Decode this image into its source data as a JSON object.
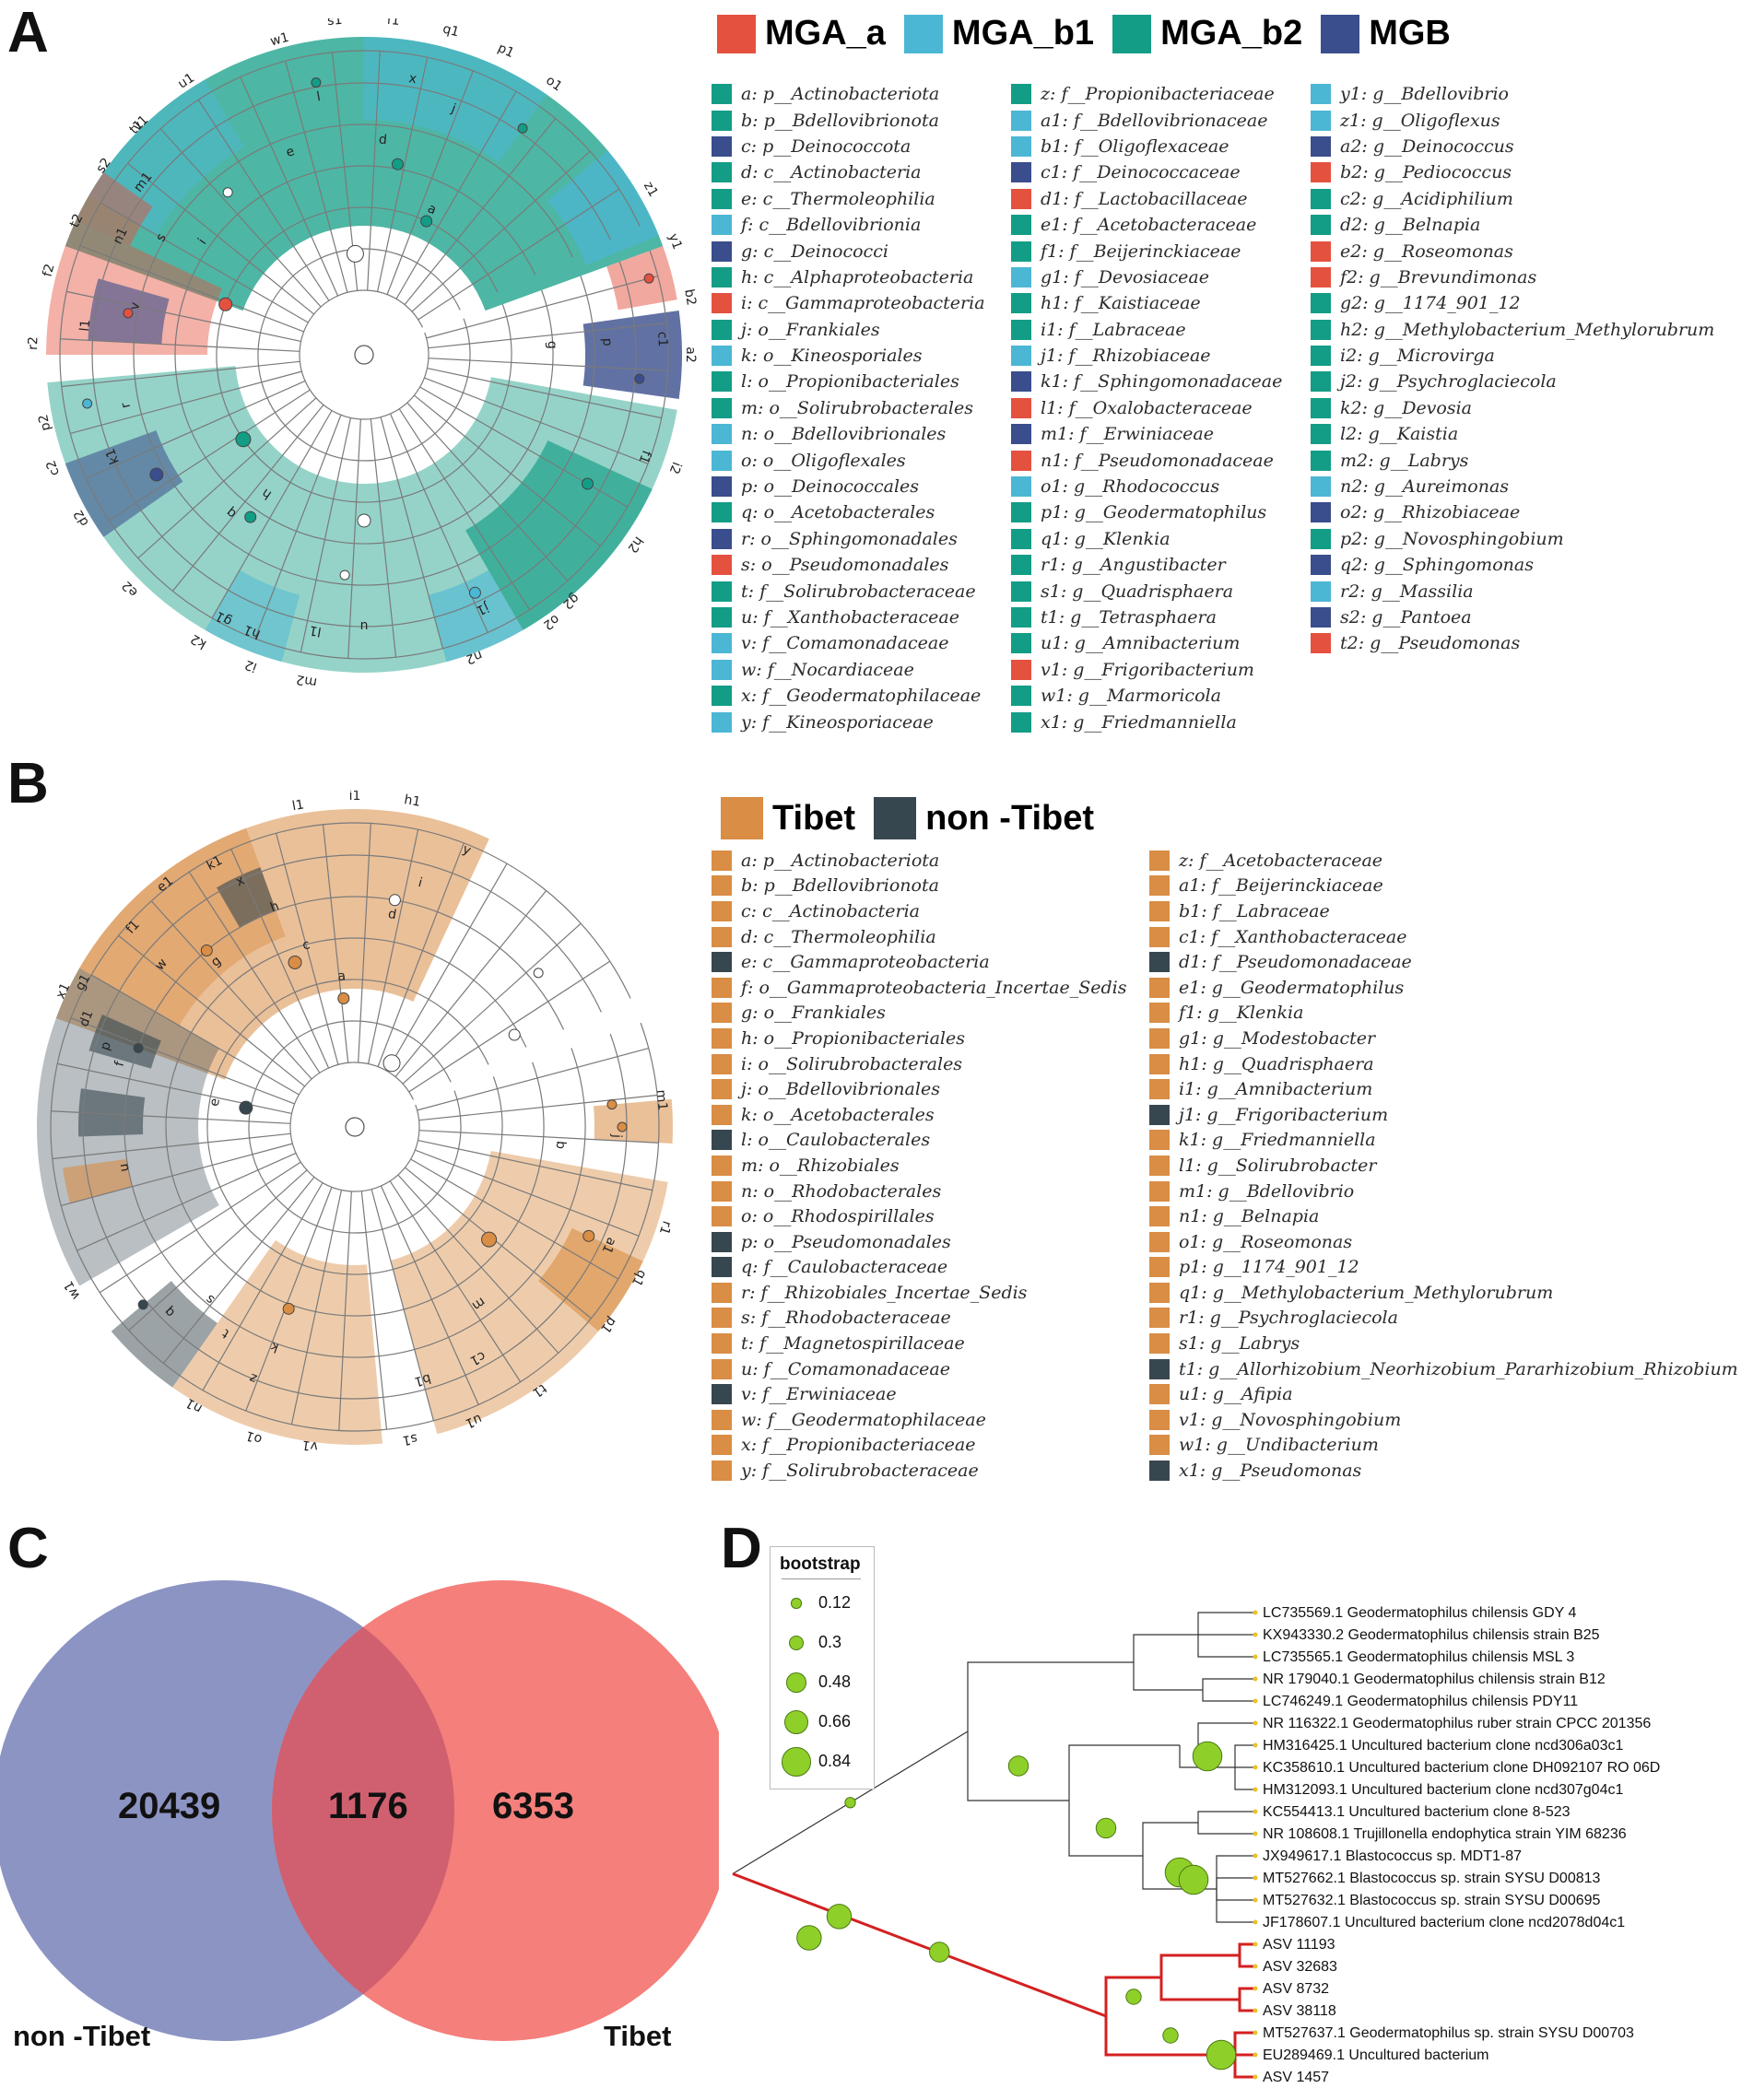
{
  "panel_a": {
    "letter": "A",
    "groups": [
      {
        "name": "MGA_a",
        "color": "#e4513f"
      },
      {
        "name": "MGA_b1",
        "color": "#4cb7d4"
      },
      {
        "name": "MGA_b2",
        "color": "#139d86"
      },
      {
        "name": "MGB",
        "color": "#3a4d8c"
      }
    ],
    "legend_columns": [
      [
        {
          "text": "a: p__Actinobacteriota",
          "group": "MGA_b2"
        },
        {
          "text": "b: p__Bdellovibrionota",
          "group": "MGA_b2"
        },
        {
          "text": "c: p__Deinococcota",
          "group": "MGB"
        },
        {
          "text": "d: c__Actinobacteria",
          "group": "MGA_b2"
        },
        {
          "text": "e: c__Thermoleophilia",
          "group": "MGA_b2"
        },
        {
          "text": "f: c__Bdellovibrionia",
          "group": "MGA_b1"
        },
        {
          "text": "g: c__Deinococci",
          "group": "MGB"
        },
        {
          "text": "h: c__Alphaproteobacteria",
          "group": "MGA_b2"
        },
        {
          "text": "i: c__Gammaproteobacteria",
          "group": "MGA_a"
        },
        {
          "text": "j: o__Frankiales",
          "group": "MGA_b2"
        },
        {
          "text": "k: o__Kineosporiales",
          "group": "MGA_b1"
        },
        {
          "text": "l: o__Propionibacteriales",
          "group": "MGA_b2"
        },
        {
          "text": "m: o__Solirubrobacterales",
          "group": "MGA_b2"
        },
        {
          "text": "n: o__Bdellovibrionales",
          "group": "MGA_b1"
        },
        {
          "text": "o: o__Oligoflexales",
          "group": "MGA_b1"
        },
        {
          "text": "p: o__Deinococcales",
          "group": "MGB"
        },
        {
          "text": "q: o__Acetobacterales",
          "group": "MGA_b2"
        },
        {
          "text": "r: o__Sphingomonadales",
          "group": "MGB"
        },
        {
          "text": "s: o__Pseudomonadales",
          "group": "MGA_a"
        },
        {
          "text": "t: f__Solirubrobacteraceae",
          "group": "MGA_b2"
        },
        {
          "text": "u: f__Xanthobacteraceae",
          "group": "MGA_b2"
        },
        {
          "text": "v: f__Comamonadaceae",
          "group": "MGA_b1"
        },
        {
          "text": "w: f__Nocardiaceae",
          "group": "MGA_b1"
        },
        {
          "text": "x: f__Geodermatophilaceae",
          "group": "MGA_b2"
        },
        {
          "text": "y: f__Kineosporiaceae",
          "group": "MGA_b1"
        }
      ],
      [
        {
          "text": "z: f__Propionibacteriaceae",
          "group": "MGA_b2"
        },
        {
          "text": "a1: f__Bdellovibrionaceae",
          "group": "MGA_b1"
        },
        {
          "text": "b1: f__Oligoflexaceae",
          "group": "MGA_b1"
        },
        {
          "text": "c1: f__Deinococcaceae",
          "group": "MGB"
        },
        {
          "text": "d1: f__Lactobacillaceae",
          "group": "MGA_a"
        },
        {
          "text": "e1: f__Acetobacteraceae",
          "group": "MGA_b2"
        },
        {
          "text": "f1: f__Beijerinckiaceae",
          "group": "MGA_b2"
        },
        {
          "text": "g1: f__Devosiaceae",
          "group": "MGA_b1"
        },
        {
          "text": "h1: f__Kaistiaceae",
          "group": "MGA_b2"
        },
        {
          "text": "i1: f__Labraceae",
          "group": "MGA_b2"
        },
        {
          "text": "j1: f__Rhizobiaceae",
          "group": "MGA_b1"
        },
        {
          "text": "k1: f__Sphingomonadaceae",
          "group": "MGB"
        },
        {
          "text": "l1: f__Oxalobacteraceae",
          "group": "MGA_a"
        },
        {
          "text": "m1: f__Erwiniaceae",
          "group": "MGB"
        },
        {
          "text": "n1: f__Pseudomonadaceae",
          "group": "MGA_a"
        },
        {
          "text": "o1: g__Rhodococcus",
          "group": "MGA_b1"
        },
        {
          "text": "p1: g__Geodermatophilus",
          "group": "MGA_b2"
        },
        {
          "text": "q1: g__Klenkia",
          "group": "MGA_b2"
        },
        {
          "text": "r1: g__Angustibacter",
          "group": "MGA_b2"
        },
        {
          "text": "s1: g__Quadrisphaera",
          "group": "MGA_b2"
        },
        {
          "text": "t1: g__Tetrasphaera",
          "group": "MGA_b2"
        },
        {
          "text": "u1: g__Amnibacterium",
          "group": "MGA_b2"
        },
        {
          "text": "v1: g__Frigoribacterium",
          "group": "MGA_a"
        },
        {
          "text": "w1: g__Marmoricola",
          "group": "MGA_b2"
        },
        {
          "text": "x1: g__Friedmanniella",
          "group": "MGA_b2"
        }
      ],
      [
        {
          "text": "y1: g__Bdellovibrio",
          "group": "MGA_b1"
        },
        {
          "text": "z1: g__Oligoflexus",
          "group": "MGA_b1"
        },
        {
          "text": "a2: g__Deinococcus",
          "group": "MGB"
        },
        {
          "text": "b2: g__Pediococcus",
          "group": "MGA_a"
        },
        {
          "text": "c2: g__Acidiphilium",
          "group": "MGA_b2"
        },
        {
          "text": "d2: g__Belnapia",
          "group": "MGA_b2"
        },
        {
          "text": "e2: g__Roseomonas",
          "group": "MGA_a"
        },
        {
          "text": "f2: g__Brevundimonas",
          "group": "MGA_a"
        },
        {
          "text": "g2: g__1174_901_12",
          "group": "MGA_b2"
        },
        {
          "text": "h2: g__Methylobacterium_Methylorubrum",
          "group": "MGA_b2"
        },
        {
          "text": "i2: g__Microvirga",
          "group": "MGA_b2"
        },
        {
          "text": "j2: g__Psychroglaciecola",
          "group": "MGA_b2"
        },
        {
          "text": "k2: g__Devosia",
          "group": "MGA_b2"
        },
        {
          "text": "l2: g__Kaistia",
          "group": "MGA_b2"
        },
        {
          "text": "m2: g__Labrys",
          "group": "MGA_b2"
        },
        {
          "text": "n2: g__Aureimonas",
          "group": "MGA_b1"
        },
        {
          "text": "o2: g__Rhizobiaceae",
          "group": "MGB"
        },
        {
          "text": "p2: g__Novosphingobium",
          "group": "MGA_b2"
        },
        {
          "text": "q2: g__Sphingomonas",
          "group": "MGB"
        },
        {
          "text": "r2: g__Massilia",
          "group": "MGA_b1"
        },
        {
          "text": "s2: g__Pantoea",
          "group": "MGB"
        },
        {
          "text": "t2: g__Pseudomonas",
          "group": "MGA_a"
        }
      ]
    ]
  },
  "panel_b": {
    "letter": "B",
    "groups": [
      {
        "name": "Tibet",
        "color": "#d98d45"
      },
      {
        "name": "non -Tibet",
        "color": "#37474f"
      }
    ],
    "legend_columns": [
      [
        {
          "text": "a: p__Actinobacteriota",
          "group": "Tibet"
        },
        {
          "text": "b: p__Bdellovibrionota",
          "group": "Tibet"
        },
        {
          "text": "c: c__Actinobacteria",
          "group": "Tibet"
        },
        {
          "text": "d: c__Thermoleophilia",
          "group": "Tibet"
        },
        {
          "text": "e: c__Gammaproteobacteria",
          "group": "non -Tibet"
        },
        {
          "text": "f: o__Gammaproteobacteria_Incertae_Sedis",
          "group": "Tibet"
        },
        {
          "text": "g: o__Frankiales",
          "group": "Tibet"
        },
        {
          "text": "h: o__Propionibacteriales",
          "group": "Tibet"
        },
        {
          "text": "i: o__Solirubrobacterales",
          "group": "Tibet"
        },
        {
          "text": "j: o__Bdellovibrionales",
          "group": "Tibet"
        },
        {
          "text": "k: o__Acetobacterales",
          "group": "Tibet"
        },
        {
          "text": "l: o__Caulobacterales",
          "group": "non -Tibet"
        },
        {
          "text": "m: o__Rhizobiales",
          "group": "Tibet"
        },
        {
          "text": "n: o__Rhodobacterales",
          "group": "Tibet"
        },
        {
          "text": "o: o__Rhodospirillales",
          "group": "Tibet"
        },
        {
          "text": "p: o__Pseudomonadales",
          "group": "non -Tibet"
        },
        {
          "text": "q: f__Caulobacteraceae",
          "group": "non -Tibet"
        },
        {
          "text": "r: f__Rhizobiales_Incertae_Sedis",
          "group": "Tibet"
        },
        {
          "text": "s: f__Rhodobacteraceae",
          "group": "Tibet"
        },
        {
          "text": "t: f__Magnetospirillaceae",
          "group": "Tibet"
        },
        {
          "text": "u: f__Comamonadaceae",
          "group": "Tibet"
        },
        {
          "text": "v: f__Erwiniaceae",
          "group": "non -Tibet"
        },
        {
          "text": "w: f__Geodermatophilaceae",
          "group": "Tibet"
        },
        {
          "text": "x: f__Propionibacteriaceae",
          "group": "Tibet"
        },
        {
          "text": "y: f__Solirubrobacteraceae",
          "group": "Tibet"
        }
      ],
      [
        {
          "text": "z: f__Acetobacteraceae",
          "group": "Tibet"
        },
        {
          "text": "a1: f__Beijerinckiaceae",
          "group": "Tibet"
        },
        {
          "text": "b1: f__Labraceae",
          "group": "Tibet"
        },
        {
          "text": "c1: f__Xanthobacteraceae",
          "group": "Tibet"
        },
        {
          "text": "d1: f__Pseudomonadaceae",
          "group": "non -Tibet"
        },
        {
          "text": "e1: g__Geodermatophilus",
          "group": "Tibet"
        },
        {
          "text": "f1: g__Klenkia",
          "group": "Tibet"
        },
        {
          "text": "g1: g__Modestobacter",
          "group": "Tibet"
        },
        {
          "text": "h1: g__Quadrisphaera",
          "group": "Tibet"
        },
        {
          "text": "i1: g__Amnibacterium",
          "group": "Tibet"
        },
        {
          "text": "j1: g__Frigoribacterium",
          "group": "non -Tibet"
        },
        {
          "text": "k1: g__Friedmanniella",
          "group": "Tibet"
        },
        {
          "text": "l1: g__Solirubrobacter",
          "group": "Tibet"
        },
        {
          "text": "m1: g__Bdellovibrio",
          "group": "Tibet"
        },
        {
          "text": "n1: g__Belnapia",
          "group": "Tibet"
        },
        {
          "text": "o1: g__Roseomonas",
          "group": "Tibet"
        },
        {
          "text": "p1: g__1174_901_12",
          "group": "Tibet"
        },
        {
          "text": "q1: g__Methylobacterium_Methylorubrum",
          "group": "Tibet"
        },
        {
          "text": "r1: g__Psychroglaciecola",
          "group": "Tibet"
        },
        {
          "text": "s1: g__Labrys",
          "group": "Tibet"
        },
        {
          "text": "t1: g__Allorhizobium_Neorhizobium_Pararhizobium_Rhizobium",
          "group": "non -Tibet"
        },
        {
          "text": "u1: g__Afipia",
          "group": "Tibet"
        },
        {
          "text": "v1: g__Novosphingobium",
          "group": "Tibet"
        },
        {
          "text": "w1: g__Undibacterium",
          "group": "Tibet"
        },
        {
          "text": "x1: g__Pseudomonas",
          "group": "non -Tibet"
        }
      ]
    ]
  },
  "panel_c": {
    "letter": "C",
    "sets": [
      {
        "name": "non -Tibet",
        "color": "#8c94c4"
      },
      {
        "name": "Tibet",
        "color": "#f47f7b"
      }
    ],
    "counts": {
      "non_tibet_only": "20439",
      "shared": "1176",
      "tibet_only": "6353"
    }
  },
  "panel_d": {
    "letter": "D",
    "legend": {
      "title": "bootstrap",
      "values": [
        "0.12",
        "0.3",
        "0.48",
        "0.66",
        "0.84"
      ]
    },
    "tips": [
      "LC735569.1 Geodermatophilus chilensis GDY 4",
      "KX943330.2 Geodermatophilus chilensis strain B25",
      "LC735565.1 Geodermatophilus chilensis MSL 3",
      "NR 179040.1 Geodermatophilus chilensis strain B12",
      "LC746249.1 Geodermatophilus chilensis PDY11",
      "NR 116322.1 Geodermatophilus ruber strain CPCC 201356",
      "HM316425.1 Uncultured bacterium clone ncd306a03c1",
      "KC358610.1 Uncultured bacterium clone DH092107 RO 06D",
      "HM312093.1 Uncultured bacterium clone ncd307g04c1",
      "KC554413.1 Uncultured bacterium clone 8-523",
      "NR 108608.1 Trujillonella endophytica strain YIM 68236",
      "JX949617.1 Blastococcus sp. MDT1-87",
      "MT527662.1 Blastococcus sp. strain SYSU D00813",
      "MT527632.1 Blastococcus sp. strain SYSU D00695",
      "JF178607.1 Uncultured bacterium clone ncd2078d04c1",
      "ASV 11193",
      "ASV 32683",
      "ASV 8732",
      "ASV 38118",
      "MT527637.1 Geodermatophilus sp. strain SYSU D00703",
      "EU289469.1 Uncultured bacterium",
      "ASV 1457"
    ]
  }
}
